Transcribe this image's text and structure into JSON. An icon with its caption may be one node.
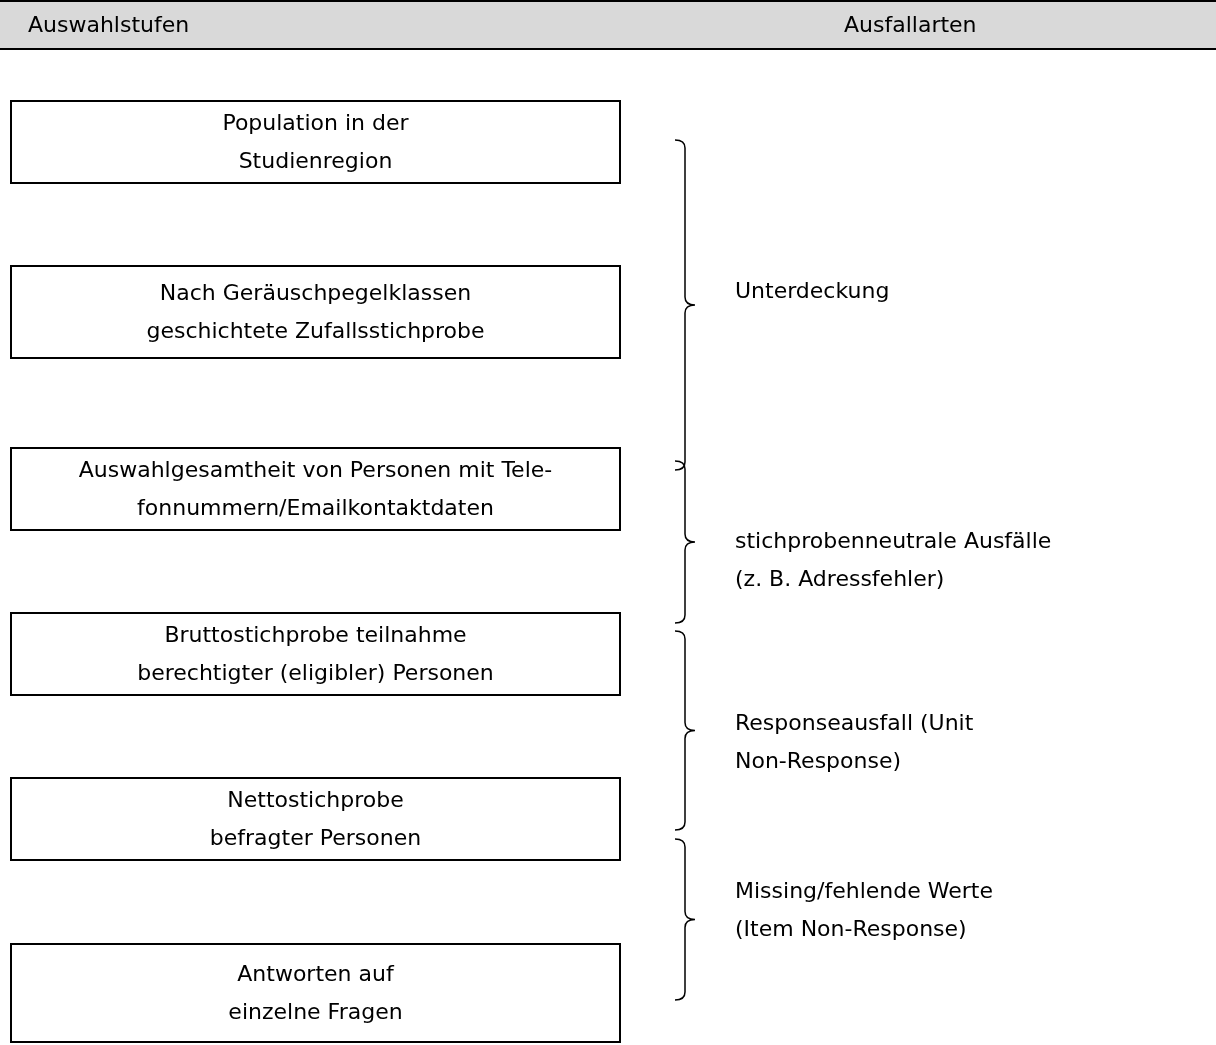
{
  "diagram": {
    "nodes": [
      {
        "text": [
          "Population in der Studienregion"
        ]
      },
      {
        "text": [
          "Nach Geräuschpegelklassen geschichtete Zufallsstichprobe"
        ]
      },
      {
        "text": [
          "Auswahlgesamtheit von Personen mit Tele-fonnummern/Emailkontaktdaten"
        ]
      },
      {
        "text": [
          "Bruttostichprobe teilnahme berechtigter (eligibler) Personen"
        ]
      },
      {
        "text": [
          "Nettostichprobe befragter Personen"
        ]
      },
      {
        "text": [
          "Antworten auf einzelne Fragen"
        ]
      }
    ],
    "edges": [],
    "labels": [
      "Auswahlstufen",
      "Ausfallarten",
      "Unterdeckung",
      "stichprobenneutrale Ausfälle (z. B. Adressfehler)",
      "Responseausfall (Unit Non-Response)",
      "Missing/fehlende Werte (Item Non-Response)"
    ]
  }
}
